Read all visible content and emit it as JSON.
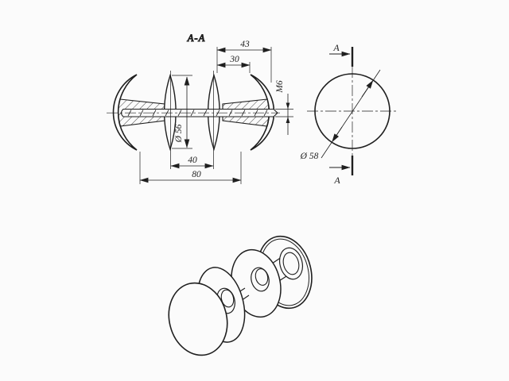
{
  "drawing": {
    "title": "A-A",
    "section_view": {
      "dim_43": "43",
      "dim_30": "30",
      "dim_m6": "M6",
      "dim_d56": "Ø 56",
      "dim_40": "40",
      "dim_80": "80"
    },
    "end_view": {
      "cut_label_top": "A",
      "cut_label_bottom": "A",
      "dim_d58": "Ø 58"
    },
    "colors": {
      "line": "#1f1f1f",
      "background": "#fbfbfb"
    }
  }
}
